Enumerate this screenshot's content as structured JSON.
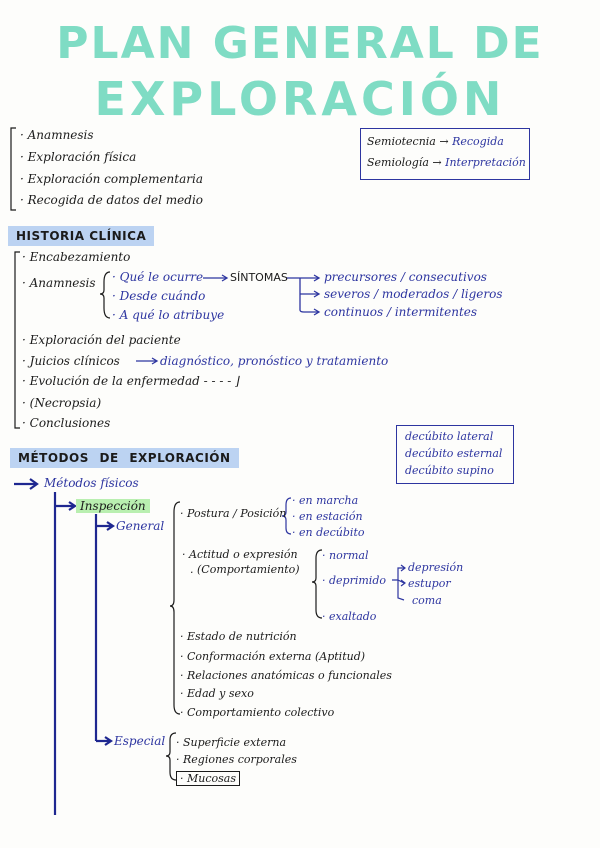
{
  "title": {
    "line1": "PLAN GENERAL DE",
    "line2": "EXPLORACIÓN"
  },
  "intro_list": [
    "Anamnesis",
    "Exploración física",
    "Exploración complementaria",
    "Recogida de datos del medio"
  ],
  "semio_box": {
    "row1": {
      "term": "Semiotecnia",
      "arrow": "→",
      "meaning": "Recogida"
    },
    "row2": {
      "term": "Semiología",
      "arrow": "→",
      "meaning": "Interpretación"
    }
  },
  "historia": {
    "heading": "HISTORIA CLÍNICA",
    "encabezamiento": "Encabezamiento",
    "anamnesis_label": "Anamnesis",
    "questions": [
      "Qué le ocurre",
      "Desde cuándo",
      "A qué lo atribuye"
    ],
    "sintomas": "SÍNTOMAS",
    "symptom_types": [
      "precursores / consecutivos",
      "severos / moderados / ligeros",
      "continuos / intermitentes"
    ],
    "exploracion": "Exploración del paciente",
    "juicios": "Juicios clínicos",
    "juicios_arrow": "→",
    "juicios_detail": "diagnóstico, pronóstico y tratamiento",
    "evolucion": "Evolución de la enfermedad",
    "evolucion_tail": "- - - - ⌋",
    "necropsia": "(Necropsia)",
    "conclusiones": "Conclusiones"
  },
  "decubito_box": [
    "decúbito lateral",
    "decúbito esternal",
    "decúbito supino"
  ],
  "metodos": {
    "heading": "MÉTODOS DE EXPLORACIÓN",
    "fisicos": "Métodos físicos",
    "inspeccion": "Inspección",
    "general": {
      "label": "General",
      "postura": "Postura / Posición",
      "postura_options": [
        "en marcha",
        "en estación",
        "en decúbito"
      ],
      "actitud_line1": "Actitud o expresión",
      "actitud_line2": "(Comportamiento)",
      "actitud_options": {
        "normal": "normal",
        "deprimido": "deprimido",
        "exaltado": "exaltado"
      },
      "deprimido_options": [
        "depresión",
        "estupor",
        "coma"
      ],
      "others": [
        "Estado de nutrición",
        "Conformación externa (Aptitud)",
        "Relaciones anatómicas o funcionales",
        "Edad y sexo",
        "Comportamiento colectivo"
      ]
    },
    "especial": {
      "label": "Especial",
      "items": [
        "Superficie externa",
        "Regiones corporales",
        "Mucosas"
      ]
    }
  }
}
